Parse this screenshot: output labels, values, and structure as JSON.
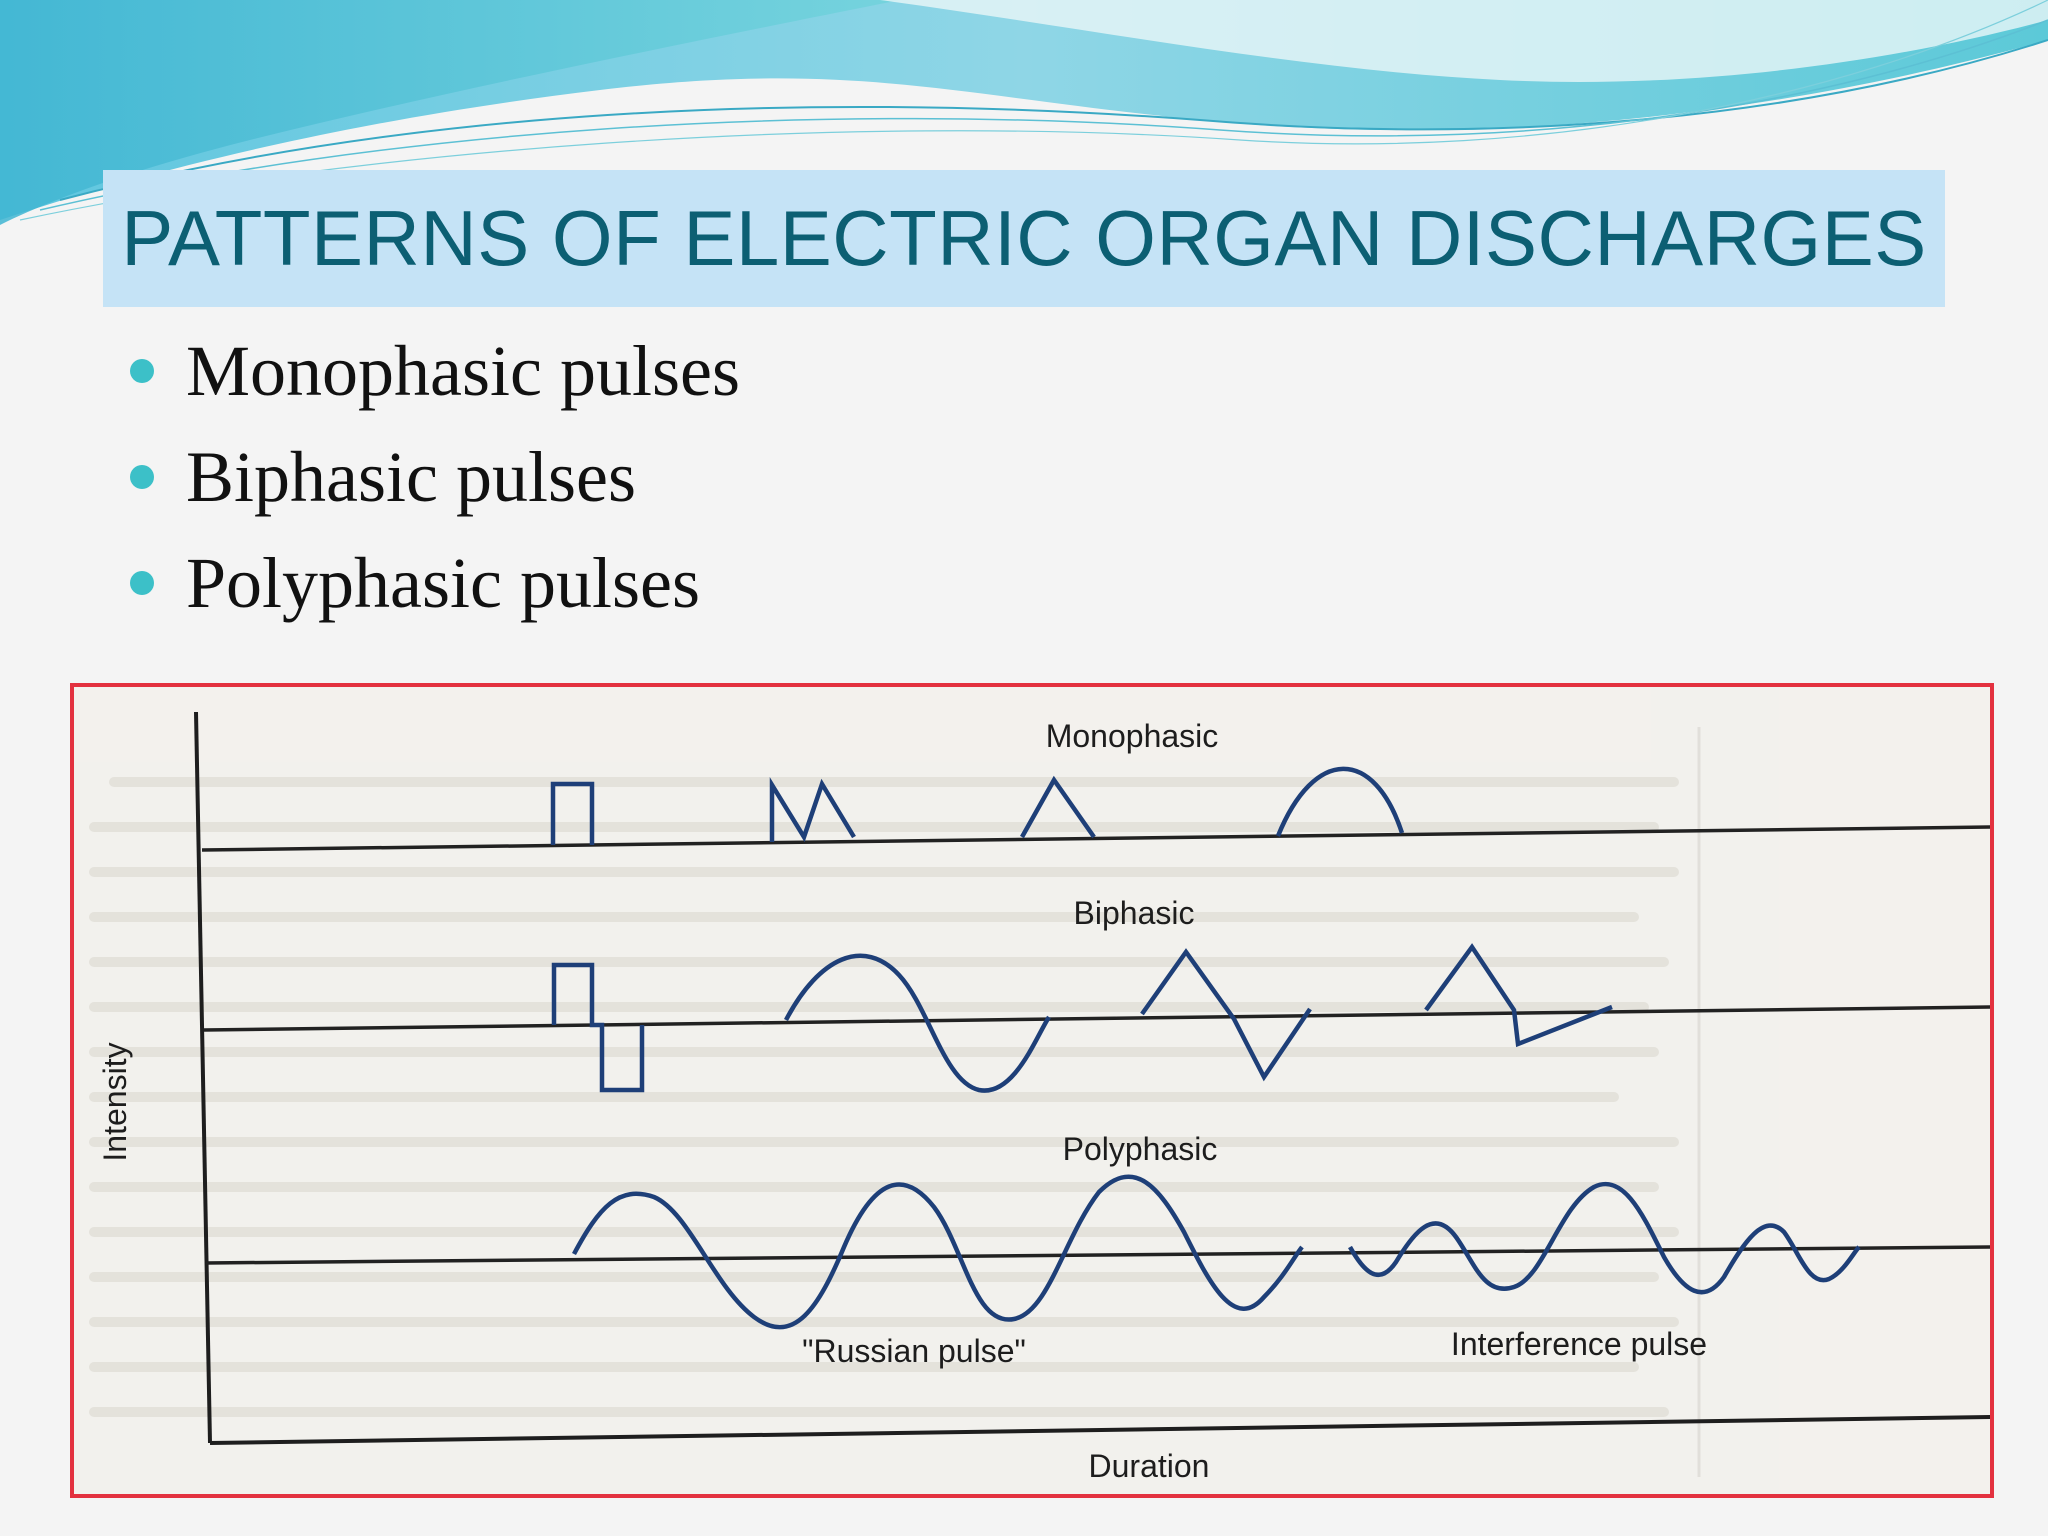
{
  "slide": {
    "title": "PATTERNS OF ELECTRIC ORGAN DISCHARGES",
    "bullets": [
      "Monophasic pulses",
      "Biphasic pulses",
      "Polyphasic pulses"
    ],
    "colors": {
      "title_bar": "#c5e3f6",
      "title_text": "#0c5f73",
      "bullet_dot": "#3cc0c8",
      "figure_border": "#e3313f",
      "pulse_stroke": "#1e3f78",
      "wave_band": "#7dd4e0"
    }
  },
  "figure": {
    "y_axis_label": "Intensity",
    "x_axis_label": "Duration",
    "sections": {
      "monophasic": "Monophasic",
      "biphasic": "Biphasic",
      "polyphasic": "Polyphasic"
    },
    "pulse_labels": {
      "russian": "\"Russian pulse\"",
      "interference": "Interference pulse"
    }
  }
}
